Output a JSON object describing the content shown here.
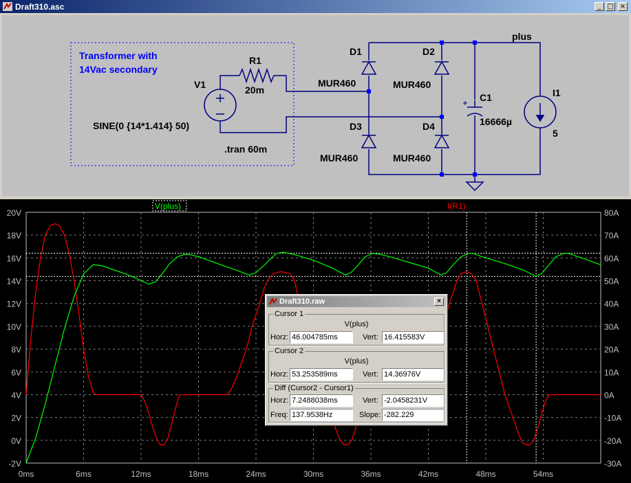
{
  "window": {
    "title": "Draft310.asc",
    "minimize": "_",
    "maximize": "□",
    "close": "×"
  },
  "schematic": {
    "annotation": "Transformer with\n14Vac secondary",
    "annotation_line1": "Transformer with",
    "annotation_line2": "14Vac secondary",
    "v1": {
      "name": "V1",
      "value": "SINE(0 {14*1.414} 50)"
    },
    "r1": {
      "name": "R1",
      "value": "20m"
    },
    "d1": {
      "name": "D1",
      "model": "MUR460"
    },
    "d2": {
      "name": "D2",
      "model": "MUR460"
    },
    "d3": {
      "name": "D3",
      "model": "MUR460"
    },
    "d4": {
      "name": "D4",
      "model": "MUR460"
    },
    "c1": {
      "name": "C1",
      "value": "16666µ"
    },
    "i1": {
      "name": "I1",
      "value": "5"
    },
    "net_plus": "plus",
    "directive": ".tran 60m",
    "colors": {
      "background": "#c0c0c0",
      "wire": "#000080",
      "component": "#000080",
      "node": "#0000ff",
      "text": "#000000",
      "annotation": "#0000ff"
    }
  },
  "plot": {
    "trace_labels": {
      "v_plus": "V(plus)",
      "i_r1": "I(R1)"
    },
    "colors": {
      "background": "#000000",
      "grid": "#808080",
      "axis_text": "#c0c0c0",
      "v_plus": "#00ff00",
      "i_r1": "#ff0000",
      "cursor": "#ffffff"
    }
  },
  "chart_data": {
    "type": "line",
    "x_ticks": [
      "0ms",
      "6ms",
      "12ms",
      "18ms",
      "24ms",
      "30ms",
      "36ms",
      "42ms",
      "48ms",
      "54ms"
    ],
    "y_left_ticks": [
      "20V",
      "18V",
      "16V",
      "14V",
      "12V",
      "10V",
      "8V",
      "6V",
      "4V",
      "2V",
      "0V",
      "-2V"
    ],
    "y_right_ticks": [
      "80A",
      "70A",
      "60A",
      "50A",
      "40A",
      "30A",
      "20A",
      "10A",
      "0A",
      "-10A",
      "-20A",
      "-30A"
    ],
    "xlim": [
      0,
      60
    ],
    "ylim_left": [
      -2,
      20
    ],
    "ylim_right": [
      -30,
      80
    ],
    "grid": true,
    "series": [
      {
        "name": "V(plus)",
        "axis": "left",
        "x": [
          0,
          1,
          2,
          3,
          4,
          5,
          6,
          7,
          8,
          9,
          10,
          11,
          12,
          12.8,
          13.5,
          14.2,
          15,
          15.8,
          16.5,
          17,
          18,
          20,
          22,
          23.3,
          24,
          24.8,
          25.6,
          26.2,
          26.8,
          28,
          30,
          32,
          33.3,
          33.9,
          34.6,
          35.4,
          36.2,
          37,
          38,
          40,
          42,
          43.3,
          43.9,
          44.6,
          45.4,
          46.2,
          46.6,
          48,
          50,
          52,
          53.2,
          53.8,
          54.5,
          55.3,
          56.2,
          56.6,
          58,
          59,
          60
        ],
        "y": [
          -2,
          0.2,
          3.2,
          6.5,
          9.8,
          12.6,
          14.6,
          15.4,
          15.3,
          15.0,
          14.7,
          14.4,
          14.0,
          13.7,
          13.9,
          14.6,
          15.5,
          16.1,
          16.3,
          16.3,
          16.1,
          15.5,
          14.9,
          14.5,
          14.7,
          15.3,
          16.0,
          16.4,
          16.5,
          16.3,
          15.8,
          15.1,
          14.5,
          14.7,
          15.3,
          16.1,
          16.4,
          16.3,
          16.1,
          15.6,
          15.1,
          14.5,
          14.7,
          15.4,
          16.1,
          16.4,
          16.4,
          16.0,
          15.5,
          14.9,
          14.4,
          14.6,
          15.3,
          16.1,
          16.4,
          16.4,
          16.0,
          15.7,
          15.4
        ]
      },
      {
        "name": "I(R1)",
        "axis": "right",
        "x": [
          0,
          0.5,
          1,
          1.5,
          2,
          2.5,
          3,
          3.5,
          4,
          4.5,
          5,
          5.5,
          6,
          6.5,
          7,
          7.3,
          7.6,
          12,
          12.4,
          12.8,
          13.2,
          13.6,
          14,
          14.4,
          14.8,
          15.2,
          15.6,
          16,
          21,
          21.5,
          22,
          22.5,
          23,
          23.3,
          23.6,
          24,
          24.4,
          24.8,
          25.2,
          25.8,
          26.6,
          27.6,
          28,
          31,
          31.5,
          32,
          32.4,
          32.8,
          33.2,
          33.6,
          34,
          34.4,
          34.8,
          35.2,
          36,
          41,
          41.5,
          42,
          42.5,
          43,
          43.4,
          43.8,
          44.2,
          44.6,
          45,
          45.4,
          46,
          46.5,
          47,
          50,
          50.5,
          51,
          51.4,
          51.8,
          52.2,
          52.6,
          53,
          53.4,
          53.8,
          54.2,
          54.6,
          55,
          55.5,
          56,
          60
        ],
        "y": [
          0,
          25,
          45,
          60,
          70,
          74,
          75,
          74,
          70,
          62,
          50,
          36,
          20,
          8,
          1,
          0,
          0,
          0,
          -3,
          -8,
          -14,
          -19,
          -22,
          -22,
          -19,
          -13,
          -6,
          0,
          0,
          3,
          8,
          14,
          20,
          25,
          30,
          35,
          40,
          46,
          50,
          53,
          54,
          53,
          50,
          0,
          -5,
          -11,
          -16,
          -20,
          -22,
          -22,
          -20,
          -15,
          -8,
          -2,
          0,
          0,
          3,
          8,
          15,
          22,
          28,
          34,
          40,
          45,
          50,
          53,
          54,
          53,
          50,
          0,
          -6,
          -12,
          -17,
          -21,
          -22,
          -22,
          -20,
          -15,
          -9,
          -3,
          0,
          0,
          0,
          0,
          0
        ]
      }
    ],
    "cursors_x": [
      46.004785,
      53.253589
    ],
    "cursors_y": [
      16.415583,
      14.36976
    ]
  },
  "dialog": {
    "title": "Draft310.raw",
    "close": "×",
    "cursor1": {
      "title": "Cursor 1",
      "expr": "V(plus)",
      "horz_label": "Horz:",
      "horz": "46.004785ms",
      "vert_label": "Vert:",
      "vert": "16.415583V"
    },
    "cursor2": {
      "title": "Cursor 2",
      "expr": "V(plus)",
      "horz_label": "Horz:",
      "horz": "53.253589ms",
      "vert_label": "Vert:",
      "vert": "14.36976V"
    },
    "diff": {
      "title": "Diff (Cursor2 - Cursor1)",
      "horz_label": "Horz:",
      "horz": "7.2488038ms",
      "vert_label": "Vert:",
      "vert": "-2.0458231V",
      "freq_label": "Freq:",
      "freq": "137.9538Hz",
      "slope_label": "Slope:",
      "slope": "-282.229"
    }
  }
}
